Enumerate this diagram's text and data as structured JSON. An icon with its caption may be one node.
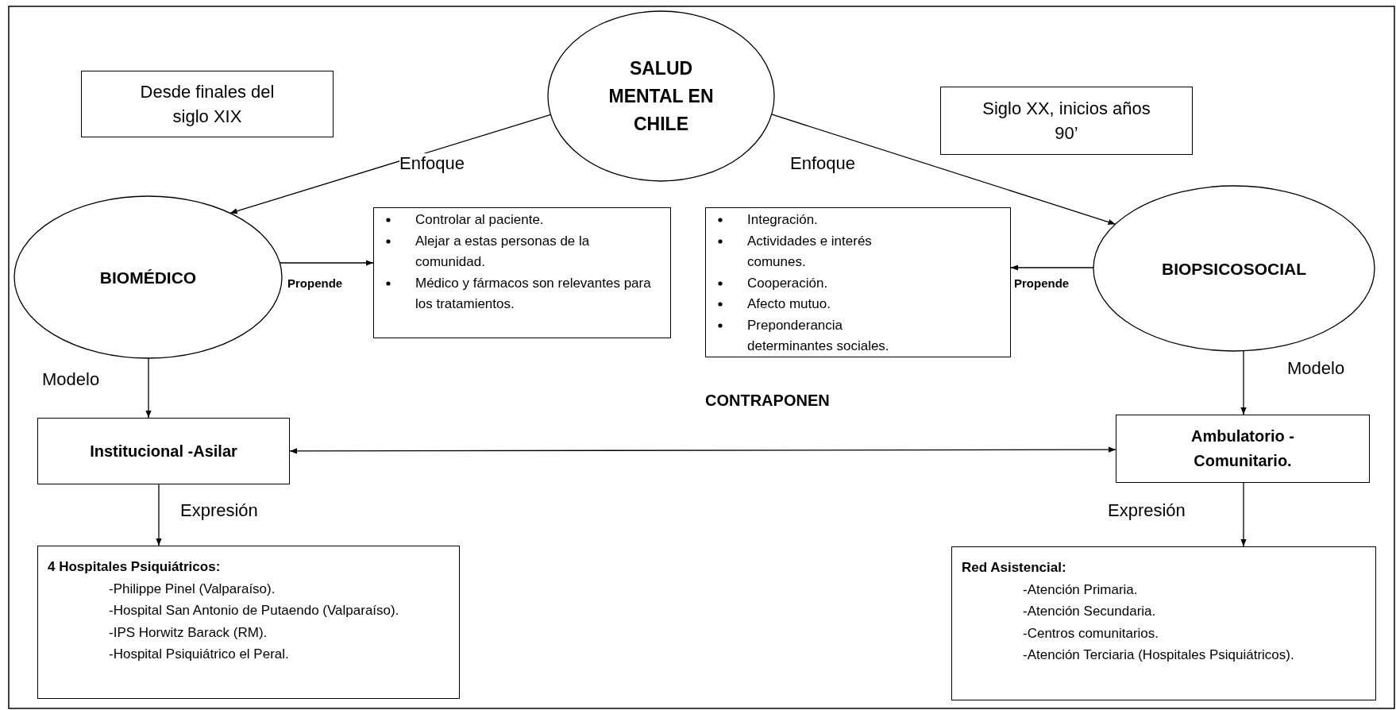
{
  "diagram": {
    "nodes": [
      {
        "text": [
          "SALUD MENTAL EN CHILE"
        ]
      },
      {
        "text": [
          "Desde finales del siglo XIX"
        ]
      },
      {
        "text": [
          "Siglo XX, inicios años 90’"
        ]
      },
      {
        "text": [
          "BIOMÉDICO"
        ]
      },
      {
        "text": [
          "Controlar al paciente.",
          "Alejar a estas personas de la comunidad.",
          "Médico y fármacos son relevantes para los tratamientos."
        ]
      },
      {
        "text": [
          "Integración.",
          "Actividades e interés comunes.",
          "Cooperación.",
          "Afecto mutuo.",
          "Preponderancia determinantes sociales."
        ]
      },
      {
        "text": [
          "BIOPSICOSOCIAL"
        ]
      },
      {
        "text": [
          "Institucional -Asilar"
        ]
      },
      {
        "text": [
          "Ambulatorio - Comunitario."
        ]
      },
      {
        "text": [
          "4 Hospitales Psiquiátricos:",
          "-Philippe Pinel (Valparaíso).",
          "-Hospital San Antonio de Putaendo (Valparaíso).",
          "-IPS Horwitz Barack (RM).",
          "-Hospital Psiquiátrico el Peral."
        ]
      },
      {
        "text": [
          "Red Asistencial:",
          "-Atención Primaria.",
          "-Atención Secundaria.",
          "-Centros comunitarios.",
          "-Atención Terciaria (Hospitales Psiquiátricos)."
        ]
      }
    ],
    "edges": [
      {
        "from": 0,
        "to": 3,
        "arrow": "to",
        "label": "Enfoque"
      },
      {
        "from": 0,
        "to": 6,
        "arrow": "to",
        "label": "Enfoque"
      },
      {
        "from": 3,
        "to": 4,
        "arrow": "to",
        "label": "Propende"
      },
      {
        "from": 6,
        "to": 5,
        "arrow": "to",
        "label": "Propende"
      },
      {
        "from": 3,
        "to": 7,
        "arrow": "to",
        "label": "Modelo"
      },
      {
        "from": 6,
        "to": 8,
        "arrow": "to",
        "label": "Modelo"
      },
      {
        "from": 7,
        "to": 8,
        "arrow": "both",
        "label": "CONTRAPONEN"
      },
      {
        "from": 7,
        "to": 9,
        "arrow": "to",
        "label": "Expresión"
      },
      {
        "from": 8,
        "to": 10,
        "arrow": "to",
        "label": "Expresión"
      }
    ]
  }
}
